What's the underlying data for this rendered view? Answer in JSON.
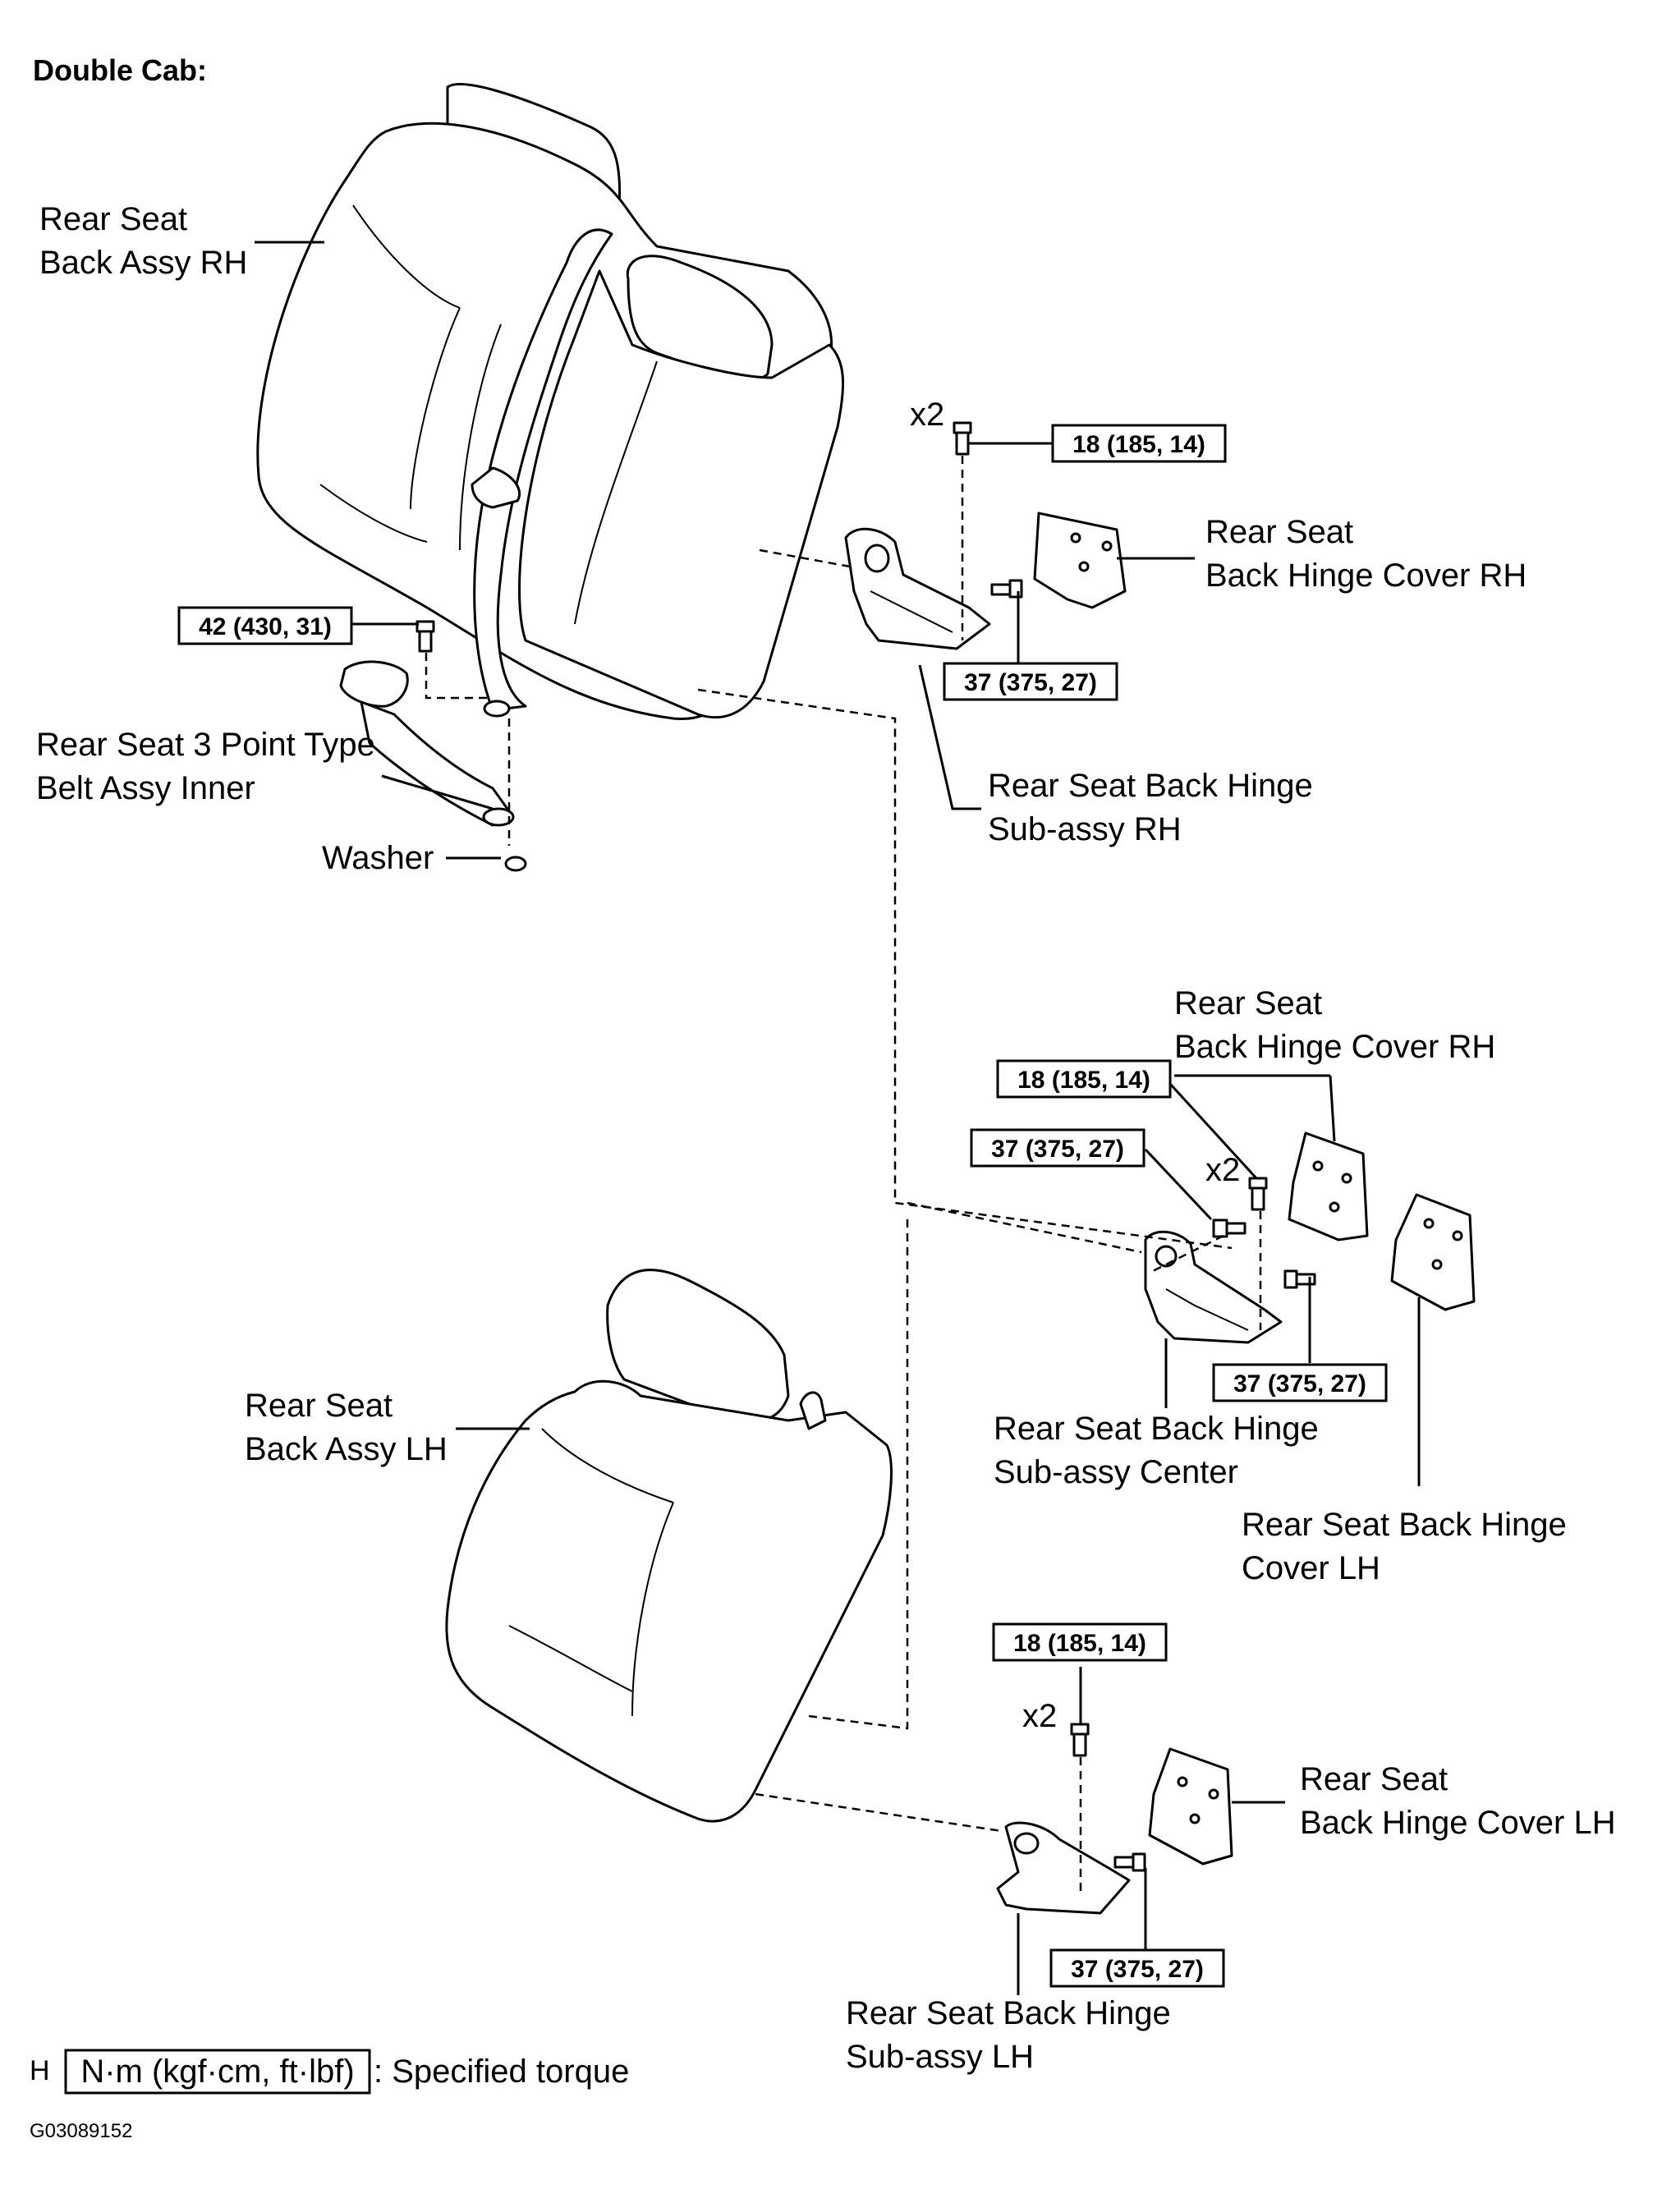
{
  "title": "Double Cab:",
  "labels": {
    "seat_back_rh": [
      "Rear Seat",
      "Back Assy RH"
    ],
    "seat_back_lh": [
      "Rear Seat",
      "Back Assy LH"
    ],
    "belt_inner": [
      "Rear Seat 3 Point Type",
      "Belt Assy Inner"
    ],
    "washer": "Washer",
    "hinge_sub_rh": [
      "Rear Seat Back Hinge",
      "Sub-assy  RH"
    ],
    "hinge_cover_rh_top": [
      "Rear Seat",
      "Back Hinge Cover RH"
    ],
    "hinge_cover_rh_mid": [
      "Rear Seat",
      "Back Hinge Cover RH"
    ],
    "hinge_sub_center": [
      "Rear Seat Back Hinge",
      "Sub-assy  Center"
    ],
    "hinge_cover_lh_mid": [
      "Rear Seat Back Hinge",
      "Cover LH"
    ],
    "hinge_cover_lh_bottom": [
      "Rear Seat",
      "Back Hinge Cover LH"
    ],
    "hinge_sub_lh": [
      "Rear Seat Back Hinge",
      "Sub-assy  LH"
    ]
  },
  "torques": {
    "t_top_18": "18 (185, 14)",
    "t_top_37": "37 (375, 27)",
    "t_belt_42": "42 (430, 31)",
    "t_mid_18": "18 (185, 14)",
    "t_mid_37a": "37 (375, 27)",
    "t_mid_37b": "37 (375, 27)",
    "t_bot_18": "18 (185, 14)",
    "t_bot_37": "37 (375, 27)"
  },
  "quantities": {
    "q_top": "x2",
    "q_mid": "x2",
    "q_bot": "x2"
  },
  "legend": {
    "symbol": "H",
    "unit_box": "N·m (kgf·cm, ft·lbf)",
    "description": ": Specified torque"
  },
  "figure_code": "G03089152"
}
